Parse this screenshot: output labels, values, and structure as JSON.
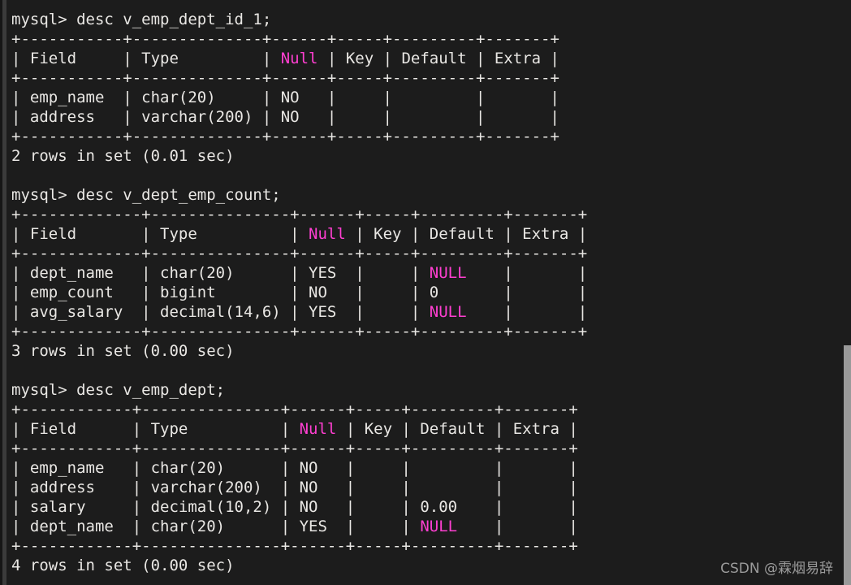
{
  "terminal": {
    "prompt": "mysql> ",
    "colors": {
      "background": "#1c1c1c",
      "foreground": "#e9e7e4",
      "null_keyword": "#ff3fd1",
      "scrollbar_thumb": "#9a9a9a",
      "gutter": "#3b3b3b",
      "watermark": "#9b9b9b"
    },
    "blocks": [
      {
        "command": "mysql> desc v_emp_dept_id_1;",
        "rule": "+-----------+--------------+------+-----+---------+-------+",
        "header": "| Field     | Type         | Null | Key | Default | Extra |",
        "rows": [
          "| emp_name  | char(20)     | NO   |     |         |       |",
          "| address   | varchar(200) | NO   |     |         |       |"
        ],
        "footer": "2 rows in set (0.01 sec)",
        "columns": [
          "Field",
          "Type",
          "Null",
          "Key",
          "Default",
          "Extra"
        ],
        "data": [
          {
            "Field": "emp_name",
            "Type": "char(20)",
            "Null": "NO",
            "Key": "",
            "Default": "",
            "Extra": ""
          },
          {
            "Field": "address",
            "Type": "varchar(200)",
            "Null": "NO",
            "Key": "",
            "Default": "",
            "Extra": ""
          }
        ]
      },
      {
        "command": "mysql> desc v_dept_emp_count;",
        "rule": "+-------------+---------------+------+-----+---------+-------+",
        "header": "| Field       | Type          | Null | Key | Default | Extra |",
        "rows": [
          "| dept_name   | char(20)      | YES  |     | NULL    |       |",
          "| emp_count   | bigint        | NO   |     | 0       |       |",
          "| avg_salary  | decimal(14,6) | YES  |     | NULL    |       |"
        ],
        "footer": "3 rows in set (0.00 sec)",
        "columns": [
          "Field",
          "Type",
          "Null",
          "Key",
          "Default",
          "Extra"
        ],
        "data": [
          {
            "Field": "dept_name",
            "Type": "char(20)",
            "Null": "YES",
            "Key": "",
            "Default": "NULL",
            "Extra": ""
          },
          {
            "Field": "emp_count",
            "Type": "bigint",
            "Null": "NO",
            "Key": "",
            "Default": "0",
            "Extra": ""
          },
          {
            "Field": "avg_salary",
            "Type": "decimal(14,6)",
            "Null": "YES",
            "Key": "",
            "Default": "NULL",
            "Extra": ""
          }
        ]
      },
      {
        "command": "mysql> desc v_emp_dept;",
        "rule": "+------------+---------------+------+-----+---------+-------+",
        "header": "| Field      | Type          | Null | Key | Default | Extra |",
        "rows": [
          "| emp_name   | char(20)      | NO   |     |         |       |",
          "| address    | varchar(200)  | NO   |     |         |       |",
          "| salary     | decimal(10,2) | NO   |     | 0.00    |       |",
          "| dept_name  | char(20)      | YES  |     | NULL    |       |"
        ],
        "footer": "4 rows in set (0.00 sec)",
        "columns": [
          "Field",
          "Type",
          "Null",
          "Key",
          "Default",
          "Extra"
        ],
        "data": [
          {
            "Field": "emp_name",
            "Type": "char(20)",
            "Null": "NO",
            "Key": "",
            "Default": "",
            "Extra": ""
          },
          {
            "Field": "address",
            "Type": "varchar(200)",
            "Null": "NO",
            "Key": "",
            "Default": "",
            "Extra": ""
          },
          {
            "Field": "salary",
            "Type": "decimal(10,2)",
            "Null": "NO",
            "Key": "",
            "Default": "0.00",
            "Extra": ""
          },
          {
            "Field": "dept_name",
            "Type": "char(20)",
            "Null": "YES",
            "Key": "",
            "Default": "NULL",
            "Extra": ""
          }
        ]
      }
    ]
  },
  "watermark": {
    "text": "CSDN @霖烟易辞"
  }
}
